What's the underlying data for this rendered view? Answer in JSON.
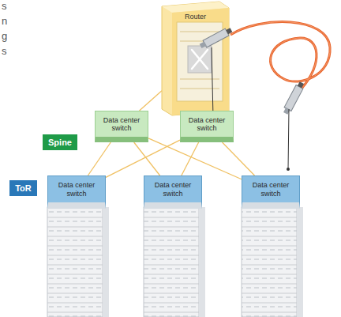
{
  "diagram": {
    "nodes": [
      {
        "text": [
          "Router"
        ]
      },
      {
        "text": [
          "Spine"
        ]
      },
      {
        "text": [
          "Data center switch"
        ]
      },
      {
        "text": [
          "Data center switch"
        ]
      },
      {
        "text": [
          "ToR"
        ]
      },
      {
        "text": [
          "Data center switch"
        ]
      },
      {
        "text": [
          "Data center switch"
        ]
      },
      {
        "text": [
          "Data center switch"
        ]
      }
    ],
    "edges": [
      {
        "from": 0,
        "to": 2,
        "arrow": "none"
      },
      {
        "from": 0,
        "to": 3,
        "arrow": "none"
      },
      {
        "from": 2,
        "to": 5,
        "arrow": "none"
      },
      {
        "from": 2,
        "to": 6,
        "arrow": "none"
      },
      {
        "from": 2,
        "to": 7,
        "arrow": "none"
      },
      {
        "from": 3,
        "to": 5,
        "arrow": "none"
      },
      {
        "from": 3,
        "to": 6,
        "arrow": "none"
      },
      {
        "from": 3,
        "to": 7,
        "arrow": "none"
      }
    ],
    "labels": [
      "s",
      "n",
      "g",
      "s"
    ]
  }
}
